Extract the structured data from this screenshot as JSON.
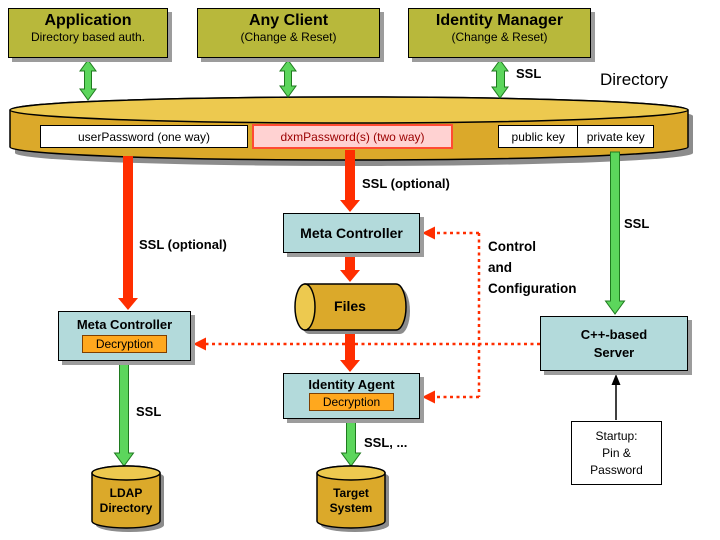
{
  "diagram": {
    "top_boxes": [
      {
        "title": "Application",
        "subtitle": "Directory based auth."
      },
      {
        "title": "Any Client",
        "subtitle": "(Change & Reset)"
      },
      {
        "title": "Identity Manager",
        "subtitle": "(Change & Reset)"
      }
    ],
    "directory_label": "Directory",
    "password_row": {
      "user_password": "userPassword (one way)",
      "dxm_password": "dxmPassword(s) (two way)",
      "public_key": "public key",
      "private_key": "private key"
    },
    "nodes": {
      "meta_controller_center": "Meta Controller",
      "files": "Files",
      "identity_agent": "Identity Agent",
      "meta_controller_left": "Meta Controller",
      "decryption": "Decryption",
      "cpp_server": {
        "line1": "C++-based",
        "line2": "Server"
      },
      "ldap": {
        "line1": "LDAP",
        "line2": "Directory"
      },
      "target": {
        "line1": "Target",
        "line2": "System"
      },
      "startup": {
        "line1": "Startup:",
        "line2": "Pin &",
        "line3": "Password"
      }
    },
    "labels": {
      "ssl_top": "SSL",
      "ssl_optional_center": "SSL (optional)",
      "ssl_optional_left": "SSL (optional)",
      "ssl_right": "SSL",
      "ssl_ldap": "SSL",
      "ssl_target": "SSL, ...",
      "control": {
        "line1": "Control",
        "line2": "and",
        "line3": "Configuration"
      }
    },
    "colors": {
      "olive_box": "#b8b83b",
      "gold_body": "#dba92a",
      "gold_top": "#edc94f",
      "turquoise_box": "#b3dadb",
      "orange_badge": "#ffa81e",
      "pink_box": "#ffd2d2",
      "green_arrow": "#5cd65c",
      "red_arrow": "#ff2e00",
      "shadow": "#9c9c9c"
    }
  }
}
